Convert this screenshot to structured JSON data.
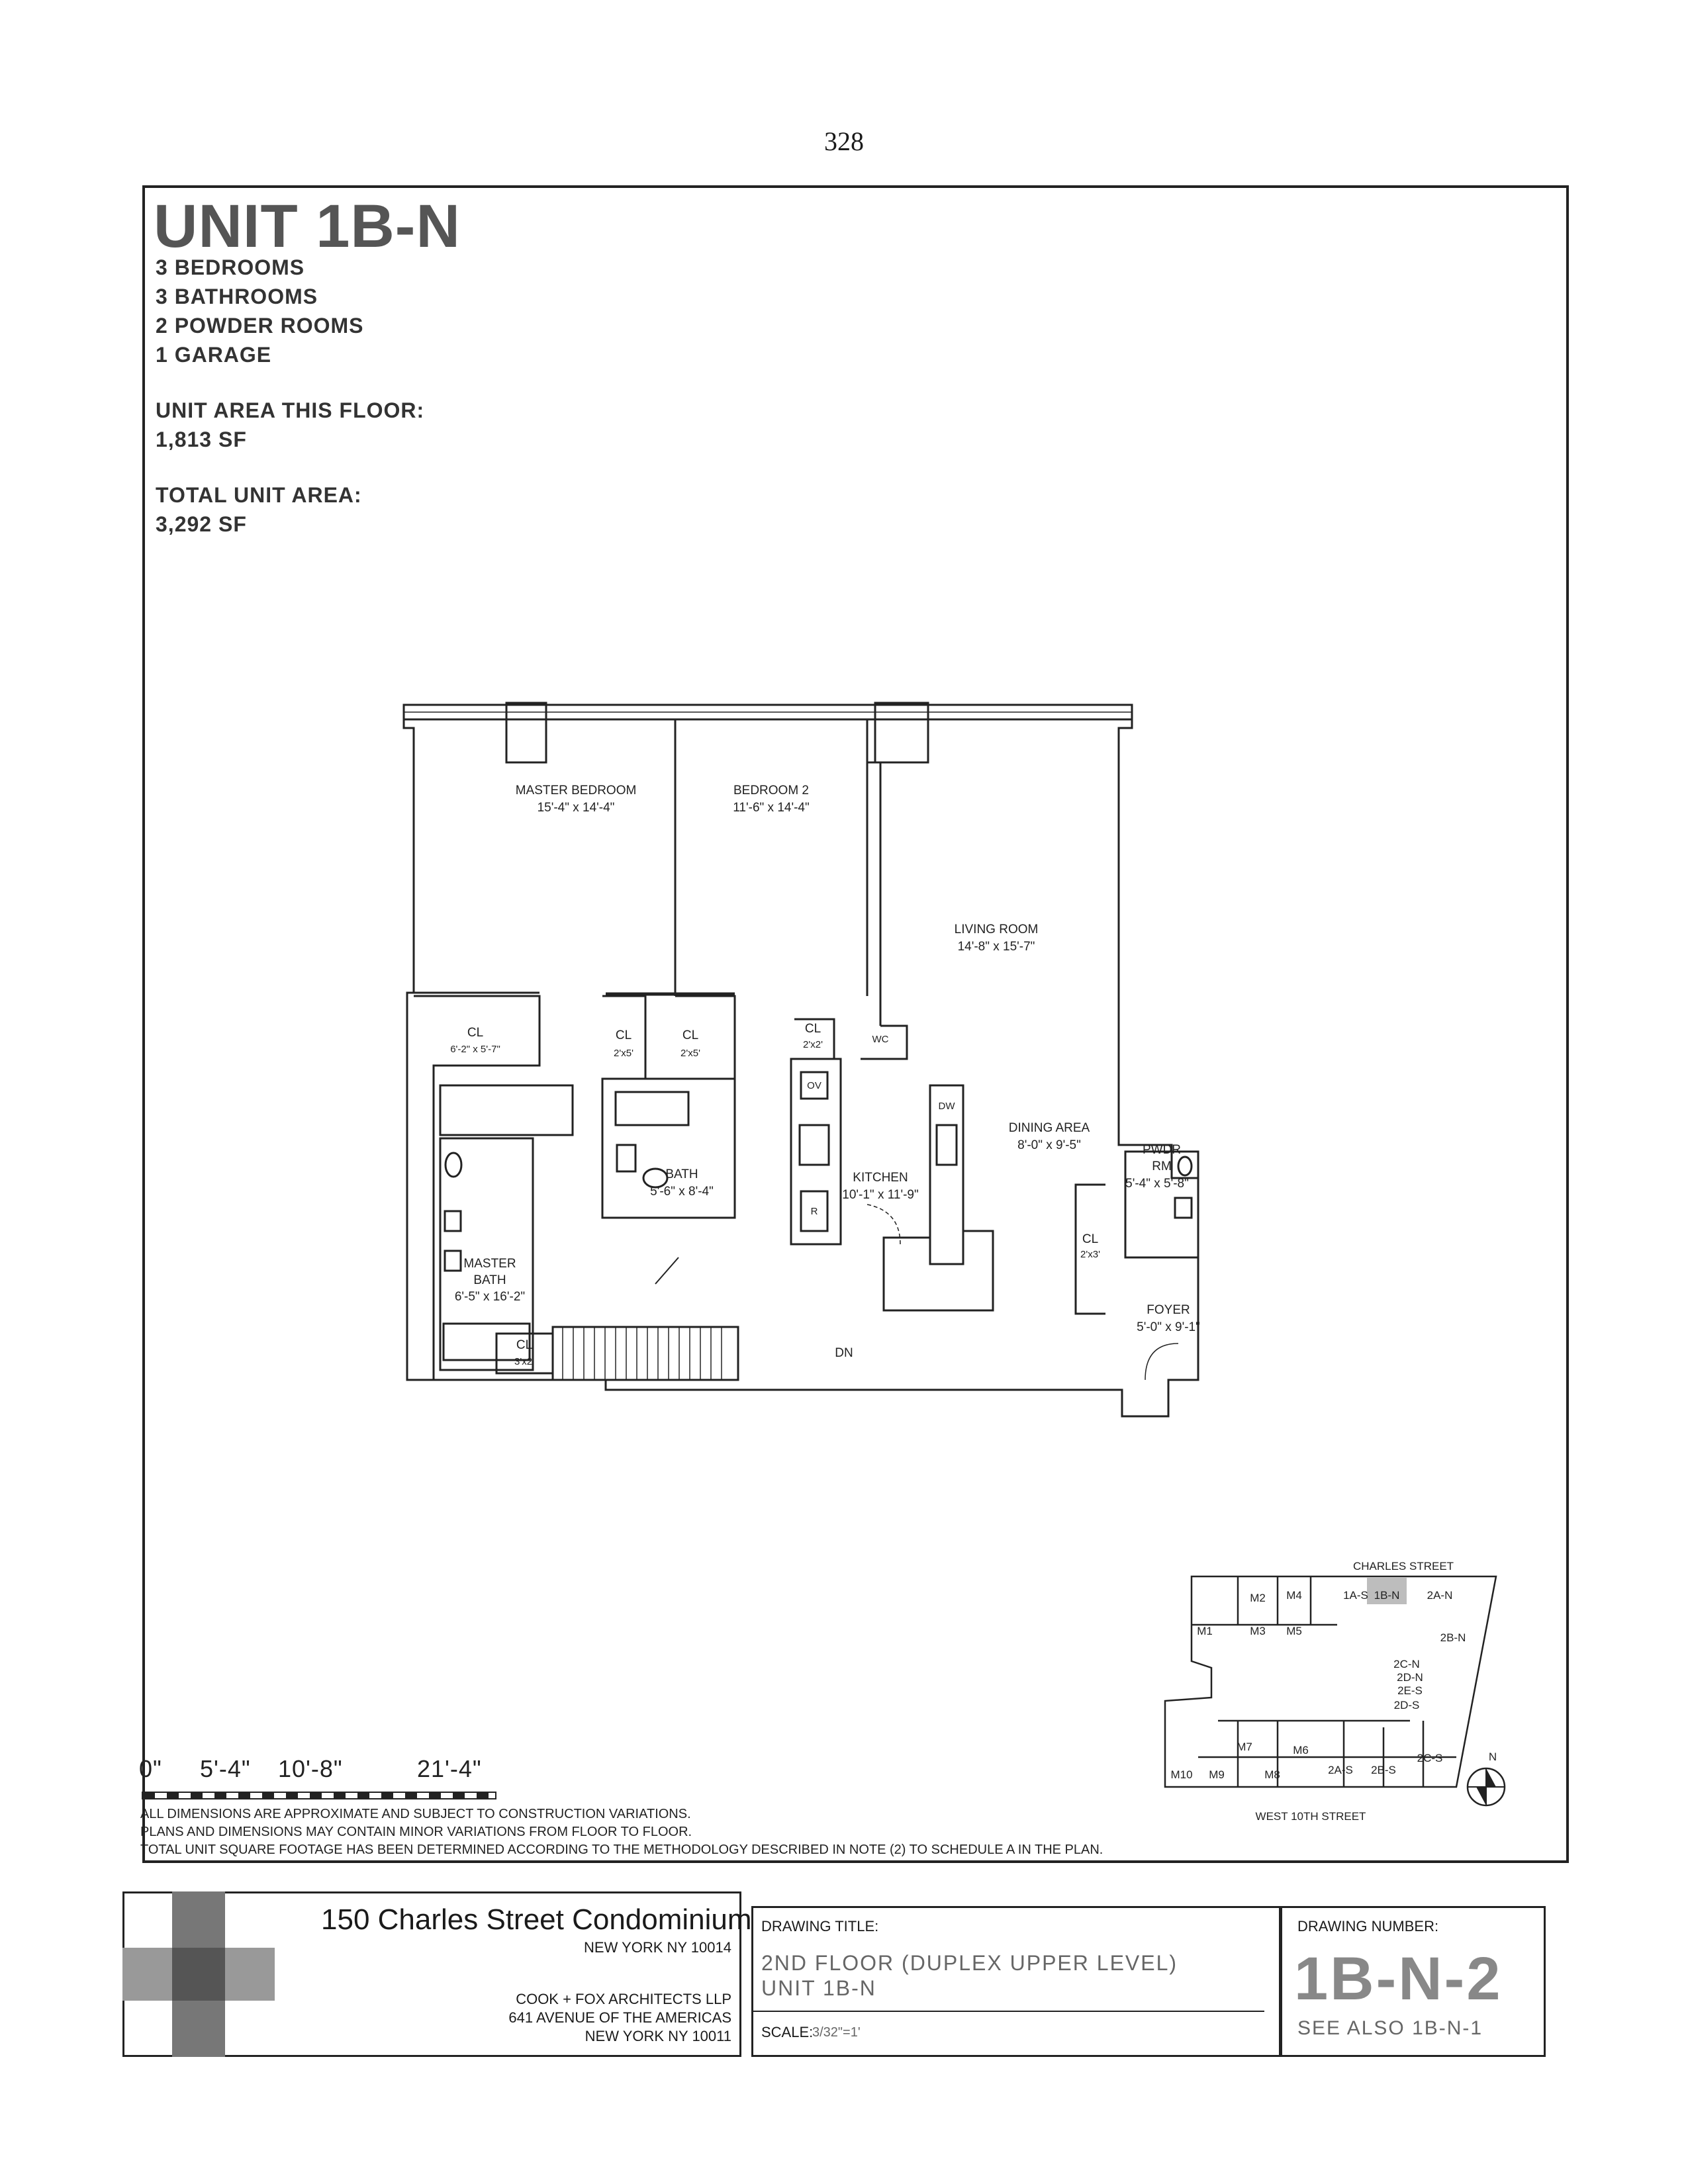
{
  "page_number": "328",
  "unit": {
    "title": "UNIT 1B-N",
    "specs": [
      "3 BEDROOMS",
      "3 BATHROOMS",
      "2 POWDER ROOMS",
      "1 GARAGE"
    ],
    "area_floor_label": "UNIT AREA THIS FLOOR:",
    "area_floor_value": "1,813 SF",
    "area_total_label": "TOTAL UNIT AREA:",
    "area_total_value": "3,292 SF"
  },
  "rooms": {
    "master_bedroom": {
      "name": "MASTER BEDROOM",
      "dim": "15'-4\" x 14'-4\""
    },
    "bedroom_2": {
      "name": "BEDROOM 2",
      "dim": "11'-6\" x 14'-4\""
    },
    "living_room": {
      "name": "LIVING ROOM",
      "dim": "14'-8\" x 15'-7\""
    },
    "dining_area": {
      "name": "DINING AREA",
      "dim": "8'-0\" x 9'-5\""
    },
    "kitchen": {
      "name": "KITCHEN",
      "dim": "10'-1\" x 11'-9\""
    },
    "bath": {
      "name": "BATH",
      "dim": "5'-6\" x 8'-4\""
    },
    "master_bath": {
      "name": "MASTER BATH",
      "line1": "MASTER",
      "line2": "BATH",
      "dim": "6'-5\" x 16'-2\""
    },
    "pwdr_rm": {
      "line1": "PWDR",
      "line2": "RM",
      "dim": "5'-4\" x 5'-8\""
    },
    "foyer": {
      "name": "FOYER",
      "dim": "5'-0\" x 9'-1\""
    },
    "closets": {
      "master": {
        "name": "CL",
        "dim": "6'-2\" x 5'-7\""
      },
      "bath_a": {
        "name": "CL",
        "dim": "2'x5'"
      },
      "bath_b": {
        "name": "CL",
        "dim": "2'x5'"
      },
      "kitchen": {
        "name": "CL",
        "dim": "2'x2'"
      },
      "foyer": {
        "name": "CL",
        "dim": "2'x3'"
      },
      "stair": {
        "name": "CL",
        "dim": "3'x2'"
      }
    },
    "fixtures": {
      "wc": "WC",
      "ov": "OV",
      "dw": "DW",
      "r": "R"
    },
    "stair_label": "DN"
  },
  "key_plan": {
    "street_top": "CHARLES STREET",
    "street_bottom": "WEST 10TH STREET",
    "highlight_color": "#bdbdbd",
    "north_label": "N",
    "units": [
      "M2",
      "M4",
      "1A-S",
      "1B-N",
      "2A-N",
      "M1",
      "M3",
      "M5",
      "2B-N",
      "2C-N",
      "2D-N",
      "2E-S",
      "2D-S",
      "M7",
      "M6",
      "2C-S",
      "M10",
      "M9",
      "M8",
      "2A-S",
      "2B-S"
    ]
  },
  "scale": {
    "labels": [
      "0\"",
      "5'-4\"",
      "10'-8\"",
      "21'-4\""
    ]
  },
  "notes": [
    "ALL DIMENSIONS ARE APPROXIMATE AND SUBJECT TO CONSTRUCTION VARIATIONS.",
    "PLANS AND DIMENSIONS MAY CONTAIN MINOR VARIATIONS FROM FLOOR TO FLOOR.",
    "TOTAL UNIT SQUARE FOOTAGE HAS BEEN DETERMINED ACCORDING TO THE METHODOLOGY DESCRIBED IN NOTE (2) TO SCHEDULE A IN THE PLAN."
  ],
  "title_block": {
    "project_name": "150 Charles Street Condominium",
    "project_city": "NEW YORK NY 10014",
    "architect": "COOK + FOX ARCHITECTS LLP",
    "architect_address": "641 AVENUE OF THE AMERICAS",
    "architect_city": "NEW YORK NY 10011",
    "drawing_title_label": "DRAWING TITLE:",
    "drawing_title_line1": "2ND FLOOR (DUPLEX UPPER LEVEL)",
    "drawing_title_line2": "UNIT 1B-N",
    "scale_label": "SCALE:",
    "scale_value": "3/32\"=1'",
    "drawing_number_label": "DRAWING NUMBER:",
    "drawing_number": "1B-N-2",
    "see_also": "SEE ALSO 1B-N-1"
  }
}
